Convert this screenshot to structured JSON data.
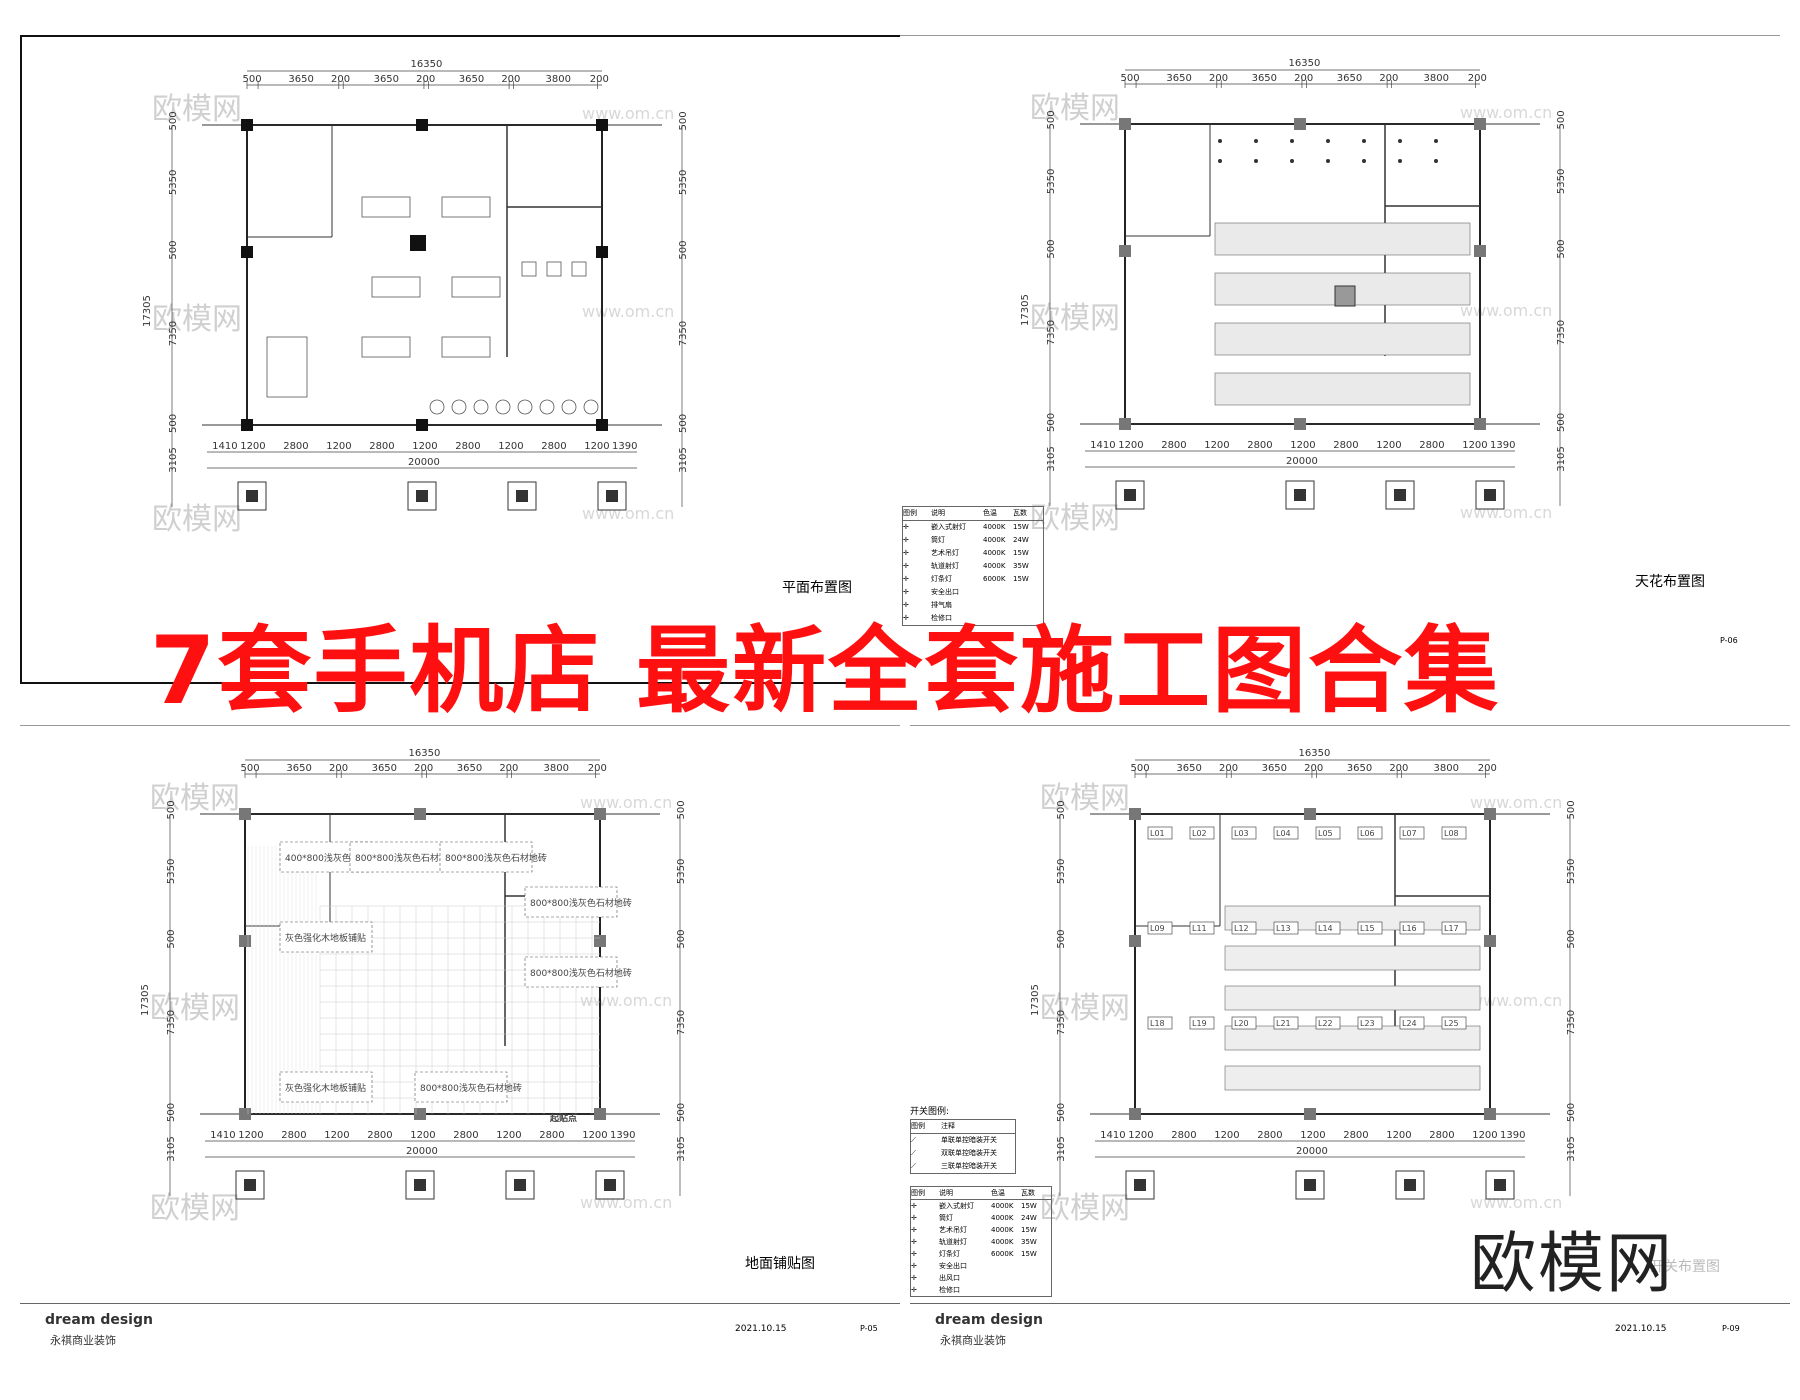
{
  "headline": "7套手机店 最新全套施工图合集",
  "site_logo": "欧模网",
  "watermark": {
    "text": "欧模网",
    "url": "www.om.cn"
  },
  "sheets": [
    {
      "caption": "平面布置图",
      "overall_width": "16350",
      "overall_bottom": "20000",
      "top_dims": [
        "500",
        "3650",
        "200",
        "3650",
        "200",
        "3650",
        "200",
        "3800",
        "200"
      ],
      "bottom_dims": [
        "1410",
        "1200",
        "2800",
        "1200",
        "2800",
        "1200",
        "2800",
        "1200",
        "2800",
        "1200",
        "1390"
      ],
      "left_dims": [
        "500",
        "5350",
        "500",
        "7350",
        "500",
        "3105"
      ],
      "left_total": "17305"
    },
    {
      "caption": "天花布置图",
      "overall_width": "16350",
      "overall_bottom": "20000",
      "top_dims": [
        "500",
        "3650",
        "200",
        "3650",
        "200",
        "3650",
        "200",
        "3800",
        "200"
      ],
      "bottom_dims": [
        "1410",
        "1200",
        "2800",
        "1200",
        "2800",
        "1200",
        "2800",
        "1200",
        "2800",
        "1200",
        "1390"
      ],
      "left_dims": [
        "500",
        "5350",
        "500",
        "7350",
        "500",
        "3105"
      ],
      "left_total": "17305",
      "legend_header": [
        "图例",
        "说明",
        "色温",
        "瓦数"
      ],
      "legend_rows": [
        [
          "嵌入式射灯",
          "4000K",
          "15W"
        ],
        [
          "筒灯",
          "4000K",
          "24W"
        ],
        [
          "艺术吊灯",
          "4000K",
          "15W"
        ],
        [
          "轨道射灯",
          "4000K",
          "35W"
        ],
        [
          "灯条灯",
          "6000K",
          "15W"
        ],
        [
          "安全出口",
          "",
          ""
        ],
        [
          "排气扇",
          "",
          ""
        ],
        [
          "检修口",
          "",
          ""
        ]
      ],
      "drawing_no": "P-06"
    },
    {
      "caption": "地面铺贴图",
      "overall_width": "16350",
      "overall_bottom": "20000",
      "top_dims": [
        "500",
        "3650",
        "200",
        "3650",
        "200",
        "3650",
        "200",
        "3800",
        "200"
      ],
      "bottom_dims": [
        "1410",
        "1200",
        "2800",
        "1200",
        "2800",
        "1200",
        "2800",
        "1200",
        "2800",
        "1200",
        "1390"
      ],
      "left_dims": [
        "500",
        "5350",
        "500",
        "7350",
        "500",
        "3105"
      ],
      "left_total": "17305",
      "floor_labels": [
        "400*800浅灰色石材地砖",
        "800*800浅灰色石材地砖",
        "800*800浅灰色石材地砖",
        "灰色强化木地板铺贴",
        "800*800浅灰色石材地砖",
        "800*800浅灰色石材地砖",
        "灰色强化木地板铺贴",
        "800*800浅灰色石材地砖"
      ],
      "start_point": "起贴点",
      "company_en": "dream design",
      "company_cn": "永祺商业装饰",
      "date": "2021.10.15",
      "drawing_no": "P-05"
    },
    {
      "caption": "开关布置图",
      "overall_width": "16350",
      "overall_bottom": "20000",
      "top_dims": [
        "500",
        "3650",
        "200",
        "3650",
        "200",
        "3650",
        "200",
        "3800",
        "200"
      ],
      "bottom_dims": [
        "1410",
        "1200",
        "2800",
        "1200",
        "2800",
        "1200",
        "2800",
        "1200",
        "2800",
        "1200",
        "1390"
      ],
      "left_dims": [
        "500",
        "5350",
        "500",
        "7350",
        "500",
        "3105"
      ],
      "left_total": "17305",
      "switch_title": "开关图例:",
      "switch_header": [
        "图例",
        "注释"
      ],
      "switch_rows": [
        "单联单控暗装开关",
        "双联单控暗装开关",
        "三联单控暗装开关"
      ],
      "legend_header": [
        "图例",
        "说明",
        "色温",
        "瓦数"
      ],
      "legend_rows": [
        [
          "嵌入式射灯",
          "4000K",
          "15W"
        ],
        [
          "筒灯",
          "4000K",
          "24W"
        ],
        [
          "艺术吊灯",
          "4000K",
          "15W"
        ],
        [
          "轨道射灯",
          "4000K",
          "35W"
        ],
        [
          "灯条灯",
          "6000K",
          "15W"
        ],
        [
          "安全出口",
          "",
          ""
        ],
        [
          "出风口",
          "",
          ""
        ],
        [
          "检修口",
          "",
          ""
        ]
      ],
      "circuit_labels": [
        "L01",
        "L02",
        "L03",
        "L04",
        "L05",
        "L06",
        "L07",
        "L08",
        "L09",
        "L11",
        "L12",
        "L13",
        "L14",
        "L15",
        "L16",
        "L17",
        "L18",
        "L19",
        "L20",
        "L21",
        "L22",
        "L23",
        "L24",
        "L25"
      ],
      "company_en": "dream design",
      "company_cn": "永祺商业装饰",
      "date": "2021.10.15",
      "drawing_no": "P-09"
    }
  ]
}
